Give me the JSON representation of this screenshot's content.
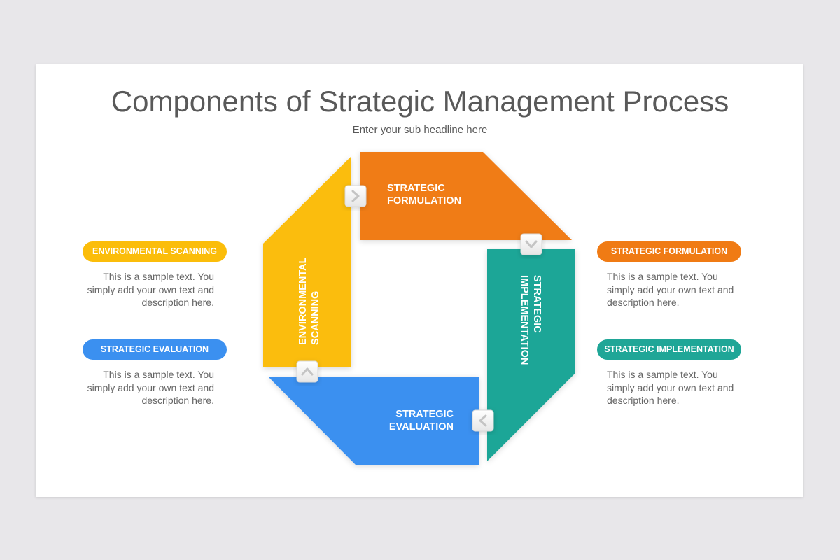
{
  "header": {
    "title": "Components of Strategic Management Process",
    "subtitle": "Enter your sub headline here"
  },
  "colors": {
    "yellow": "#fbbd0a",
    "orange": "#f07b14",
    "teal": "#1fa697",
    "blue": "#3b90f0"
  },
  "segments": {
    "environmental": {
      "line1": "ENVIRONMENTAL",
      "line2": "SCANNING"
    },
    "formulation": {
      "line1": "STRATEGIC",
      "line2": "FORMULATION"
    },
    "implementation": {
      "line1": "STRATEGIC",
      "line2": "IMPLEMENTATION"
    },
    "evaluation": {
      "line1": "STRATEGIC",
      "line2": "EVALUATION"
    }
  },
  "connectors": {
    "top": "chevron-right-icon",
    "right": "chevron-down-icon",
    "bottom": "chevron-left-icon",
    "left": "chevron-up-icon"
  },
  "cards": {
    "environmental": {
      "label": "ENVIRONMENTAL SCANNING",
      "text": "This is a sample text. You simply add your own text and description here."
    },
    "evaluation": {
      "label": "STRATEGIC EVALUATION",
      "text": "This is a sample text. You simply add your own text and description here."
    },
    "formulation": {
      "label": "STRATEGIC FORMULATION",
      "text": "This is a sample text. You simply add your own text and description here."
    },
    "implementation": {
      "label": "STRATEGIC IMPLEMENTATION",
      "text": "This is a sample text. You simply add your own text and description here."
    }
  }
}
